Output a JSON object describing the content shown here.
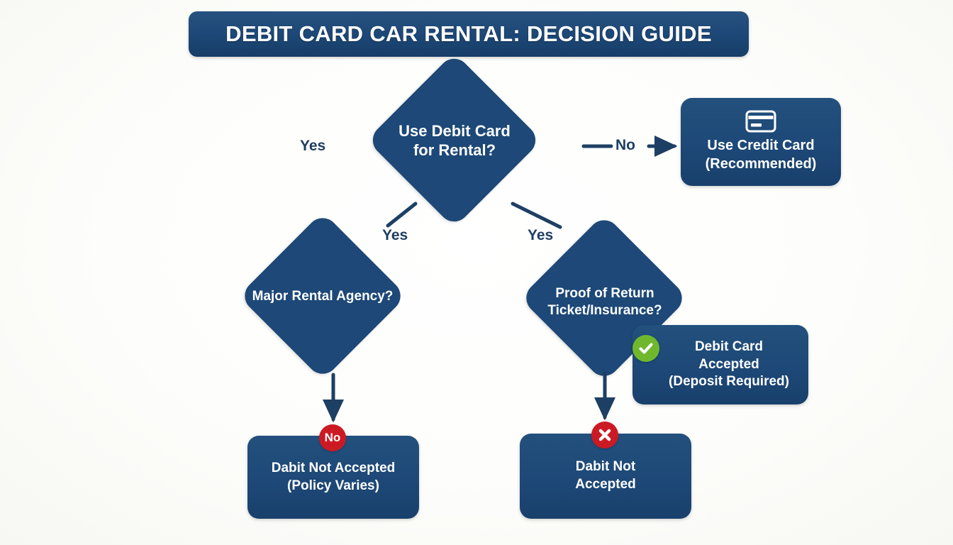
{
  "title": {
    "text": "DEBIT CARD CAR RENTAL: DECISION GUIDE"
  },
  "colors": {
    "primary_blue": "#1d4877",
    "background": "#fbfbf8",
    "accent_green": "#6fb82e",
    "accent_red": "#cc1a24",
    "text_light": "#ffffff",
    "text_dark": "#1d3f63"
  },
  "nodes": {
    "decision_use_debit": {
      "type": "decision",
      "line1": "Use Debit Card",
      "line2": "for Rental?"
    },
    "decision_major_agency": {
      "type": "decision",
      "line1": "Major Rental Agency?"
    },
    "decision_proof_return": {
      "type": "decision",
      "line1": "Proof of Return",
      "line2": "Ticket/Insurance?"
    },
    "result_credit_card": {
      "type": "result",
      "icon": "credit-card-icon",
      "line1": "Use Credit Card",
      "line2": "(Recommended)"
    },
    "result_debit_accepted": {
      "type": "result",
      "badge": "check-circle-icon",
      "line1": "Debit Card",
      "line2": "Accepted",
      "line3": "(Deposit Required)"
    },
    "result_not_accepted_left": {
      "type": "result",
      "badge": "no-circle-badge",
      "badge_text": "No",
      "line1": "Dabit Not Accepted",
      "line2": "(Policy Varies)"
    },
    "result_not_accepted_right": {
      "type": "result",
      "badge": "x-circle-icon",
      "line1": "Dabit Not",
      "line2": "Accepted"
    }
  },
  "edges": {
    "yes_standalone_left": "Yes",
    "no_to_credit_card": "No",
    "yes_to_major_agency": "Yes",
    "yes_to_proof_return": "Yes"
  },
  "chart_data": {
    "type": "diagram",
    "diagram_type": "flowchart",
    "title": "DEBIT CARD CAR RENTAL: DECISION GUIDE",
    "nodes": [
      {
        "id": "d1",
        "shape": "diamond",
        "label": "Use Debit Card for Rental?"
      },
      {
        "id": "d2",
        "shape": "diamond",
        "label": "Major Rental Agency?"
      },
      {
        "id": "d3",
        "shape": "diamond",
        "label": "Proof of Return Ticket/Insurance?"
      },
      {
        "id": "r1",
        "shape": "rounded-rect",
        "label": "Use Credit Card (Recommended)"
      },
      {
        "id": "r2",
        "shape": "rounded-rect",
        "label": "Debit Card Accepted (Deposit Required)"
      },
      {
        "id": "r3",
        "shape": "rounded-rect",
        "label": "Dabit Not Accepted (Policy Varies)"
      },
      {
        "id": "r4",
        "shape": "rounded-rect",
        "label": "Dabit Not Accepted"
      }
    ],
    "edges": [
      {
        "from": "d1",
        "to": "r1",
        "label": "No"
      },
      {
        "from": "d1",
        "to": "d2",
        "label": "Yes"
      },
      {
        "from": "d1",
        "to": "d3",
        "label": "Yes"
      },
      {
        "from": "d2",
        "to": "r3",
        "label": ""
      },
      {
        "from": "d3",
        "to": "r4",
        "label": ""
      },
      {
        "from": "d3",
        "to": "r2",
        "label": ""
      }
    ]
  }
}
